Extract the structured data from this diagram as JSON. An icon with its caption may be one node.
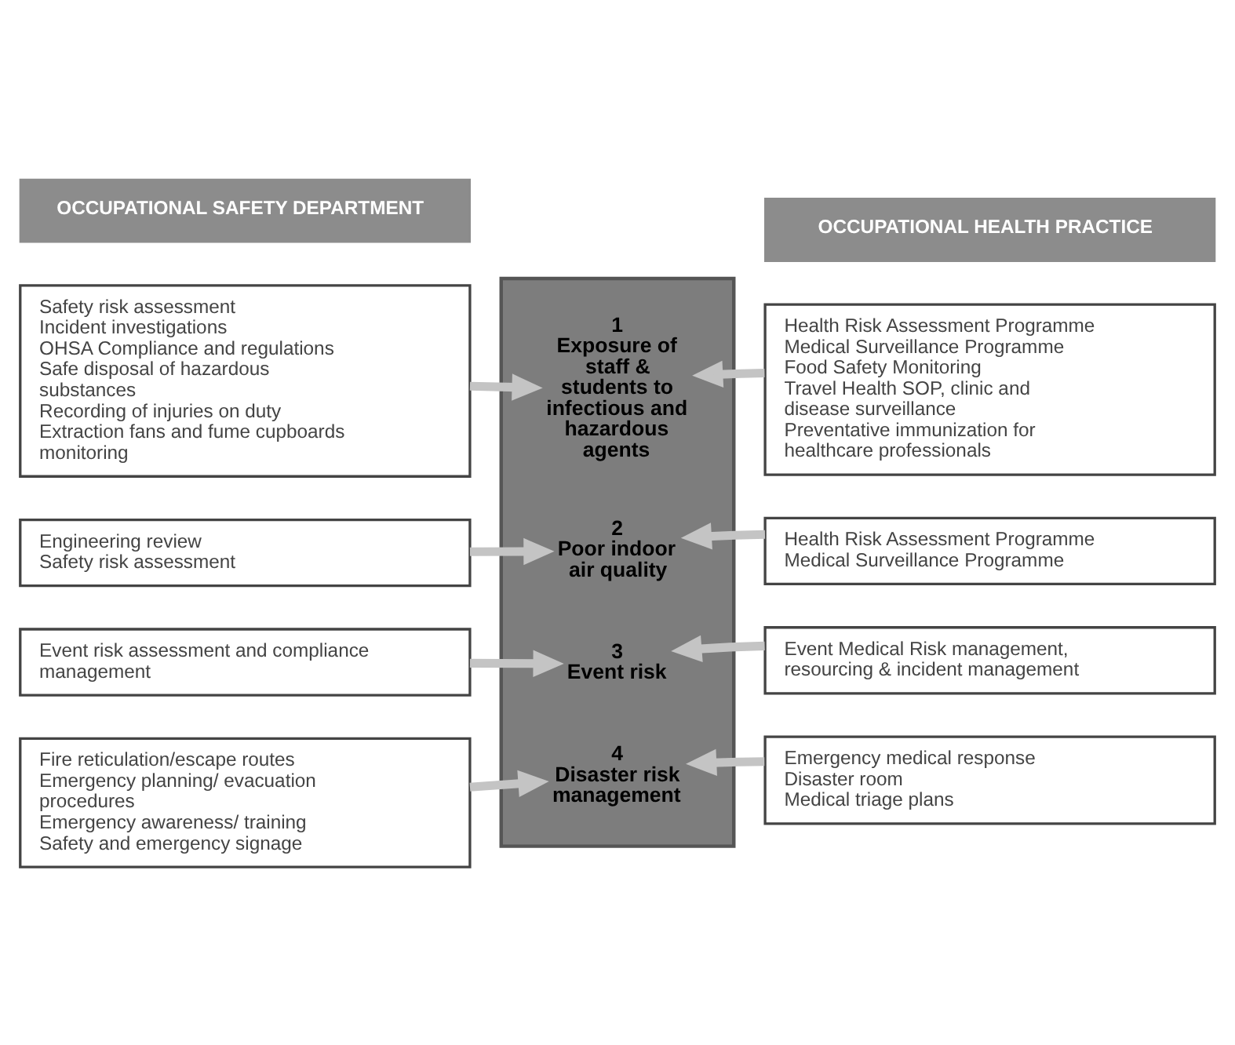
{
  "diagram": {
    "nodes": [
      {
        "text": [
          "OCCUPATIONAL SAFETY DEPARTMENT"
        ]
      },
      {
        "text": [
          "OCCUPATIONAL HEALTH PRACTICE"
        ]
      },
      {
        "text": [],
        "shape": "bar"
      },
      {
        "text": [
          "Safety risk assessment",
          "Incident investigations",
          "OHSA Compliance and regulations",
          "Safe disposal of hazardous substances",
          "Recording of injuries on duty",
          "Extraction fans and fume cupboards monitoring"
        ]
      },
      {
        "text": [
          "1",
          "Exposure of staff & students to infectious and hazardous agents"
        ],
        "in": 2
      },
      {
        "text": [
          "Health Risk Assessment Programme",
          "Medical Surveillance Programme",
          "Food Safety Monitoring",
          "Travel Health SOP, clinic and disease surveillance",
          "Preventative immunization for healthcare professionals"
        ]
      },
      {
        "text": [
          "Engineering review",
          "Safety risk assessment"
        ]
      },
      {
        "text": [
          "2",
          "Poor indoor air quality"
        ],
        "in": 2
      },
      {
        "text": [
          "Health Risk Assessment Programme",
          "Medical Surveillance Programme"
        ]
      },
      {
        "text": [
          "Event risk assessment and compliance management"
        ]
      },
      {
        "text": [
          "3",
          "Event risk"
        ],
        "in": 2
      },
      {
        "text": [
          "Event Medical Risk management, resourcing & incident management"
        ]
      },
      {
        "text": [
          "Fire reticulation/escape routes",
          "Emergency planning/ evacuation procedures",
          "Emergency awareness/ training",
          "Safety and emergency signage"
        ]
      },
      {
        "text": [
          "4",
          "Disaster risk management"
        ],
        "in": 2
      },
      {
        "text": [
          "Emergency medical response",
          "Disaster room",
          "Medical triage plans"
        ]
      }
    ],
    "edges": [
      {
        "from": 3,
        "to": 4,
        "arrow": "to"
      },
      {
        "from": 5,
        "to": 4,
        "arrow": "to"
      },
      {
        "from": 6,
        "to": 7,
        "arrow": "to"
      },
      {
        "from": 8,
        "to": 7,
        "arrow": "to"
      },
      {
        "from": 9,
        "to": 10,
        "arrow": "to"
      },
      {
        "from": 11,
        "to": 10,
        "arrow": "to"
      },
      {
        "from": 12,
        "to": 13,
        "arrow": "to"
      },
      {
        "from": 14,
        "to": 13,
        "arrow": "to"
      }
    ]
  }
}
